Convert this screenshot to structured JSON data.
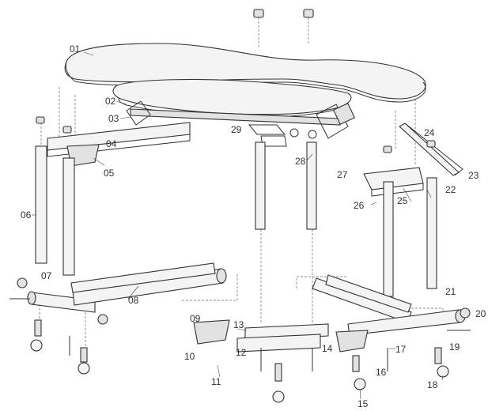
{
  "diagram": {
    "labels": [
      {
        "id": "01",
        "text": "01"
      },
      {
        "id": "02",
        "text": "02"
      },
      {
        "id": "03",
        "text": "03"
      },
      {
        "id": "04",
        "text": "04"
      },
      {
        "id": "05",
        "text": "05"
      },
      {
        "id": "06",
        "text": "06"
      },
      {
        "id": "07",
        "text": "07"
      },
      {
        "id": "08",
        "text": "08"
      },
      {
        "id": "09",
        "text": "09"
      },
      {
        "id": "10",
        "text": "10"
      },
      {
        "id": "11",
        "text": "11"
      },
      {
        "id": "12",
        "text": "12"
      },
      {
        "id": "13",
        "text": "13"
      },
      {
        "id": "14",
        "text": "14"
      },
      {
        "id": "15",
        "text": "15"
      },
      {
        "id": "16",
        "text": "16"
      },
      {
        "id": "17",
        "text": "17"
      },
      {
        "id": "18",
        "text": "18"
      },
      {
        "id": "19",
        "text": "19"
      },
      {
        "id": "20",
        "text": "20"
      },
      {
        "id": "21",
        "text": "21"
      },
      {
        "id": "22",
        "text": "22"
      },
      {
        "id": "23",
        "text": "23"
      },
      {
        "id": "24",
        "text": "24"
      },
      {
        "id": "25",
        "text": "25"
      },
      {
        "id": "26",
        "text": "26"
      },
      {
        "id": "27",
        "text": "27"
      },
      {
        "id": "28",
        "text": "28"
      },
      {
        "id": "29",
        "text": "29"
      }
    ]
  }
}
